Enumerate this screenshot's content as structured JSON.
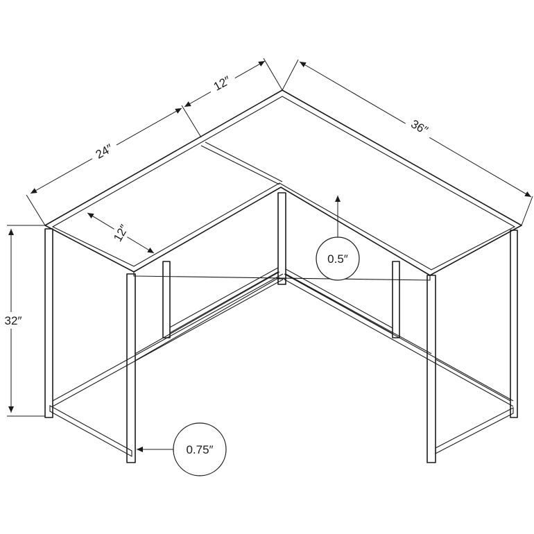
{
  "dimensions": {
    "width_total": "24″",
    "width_notch": "12″",
    "depth_total": "36″",
    "depth_top": "12″",
    "height": "32″",
    "top_thickness": "0.5″",
    "leg_thickness": "0.75″"
  }
}
